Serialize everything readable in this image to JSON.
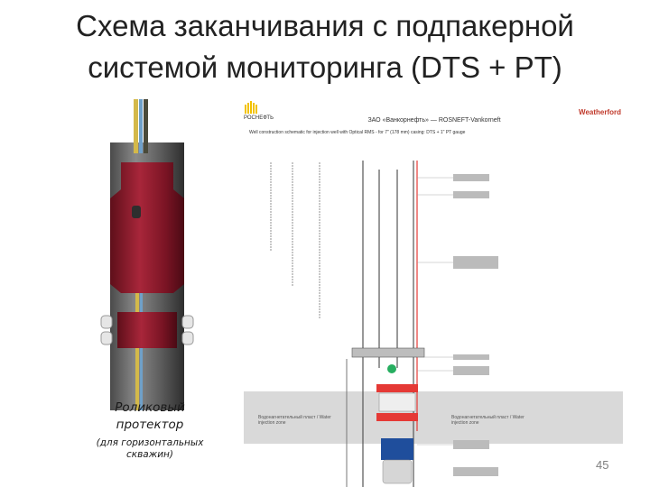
{
  "slide": {
    "title_line1": "Схема заканчивания с подпакерной",
    "title_line2": "системой мониторинга (DTS + PT)",
    "page_number": "45"
  },
  "tool_caption": {
    "main_line1": "Роликовый",
    "main_line2": "протектор",
    "sub_line1": "(для горизонтальных",
    "sub_line2": "скважин)"
  },
  "scheme": {
    "logo_left": "РОСНЕФТЬ",
    "logo_right": "Weatherford",
    "header": "ЗАО «Ванкорнефть» — ROSNEFT-Vankorneft",
    "subheader": "Well construction schematic for injection well with Optical RMS - for 7\" (178 mm) casing: DTS + 1\" PT gauge",
    "zone_left": "Водонагнетательный пласт / Water injection zone",
    "zone_right": "Водонагнетательный пласт / Water injection zone",
    "colors": {
      "fiber": "#e53935",
      "packer": "#e53935",
      "valve": "#27ae60",
      "zone": "#d9d9d9",
      "gauge": "#1f4e9c"
    }
  }
}
